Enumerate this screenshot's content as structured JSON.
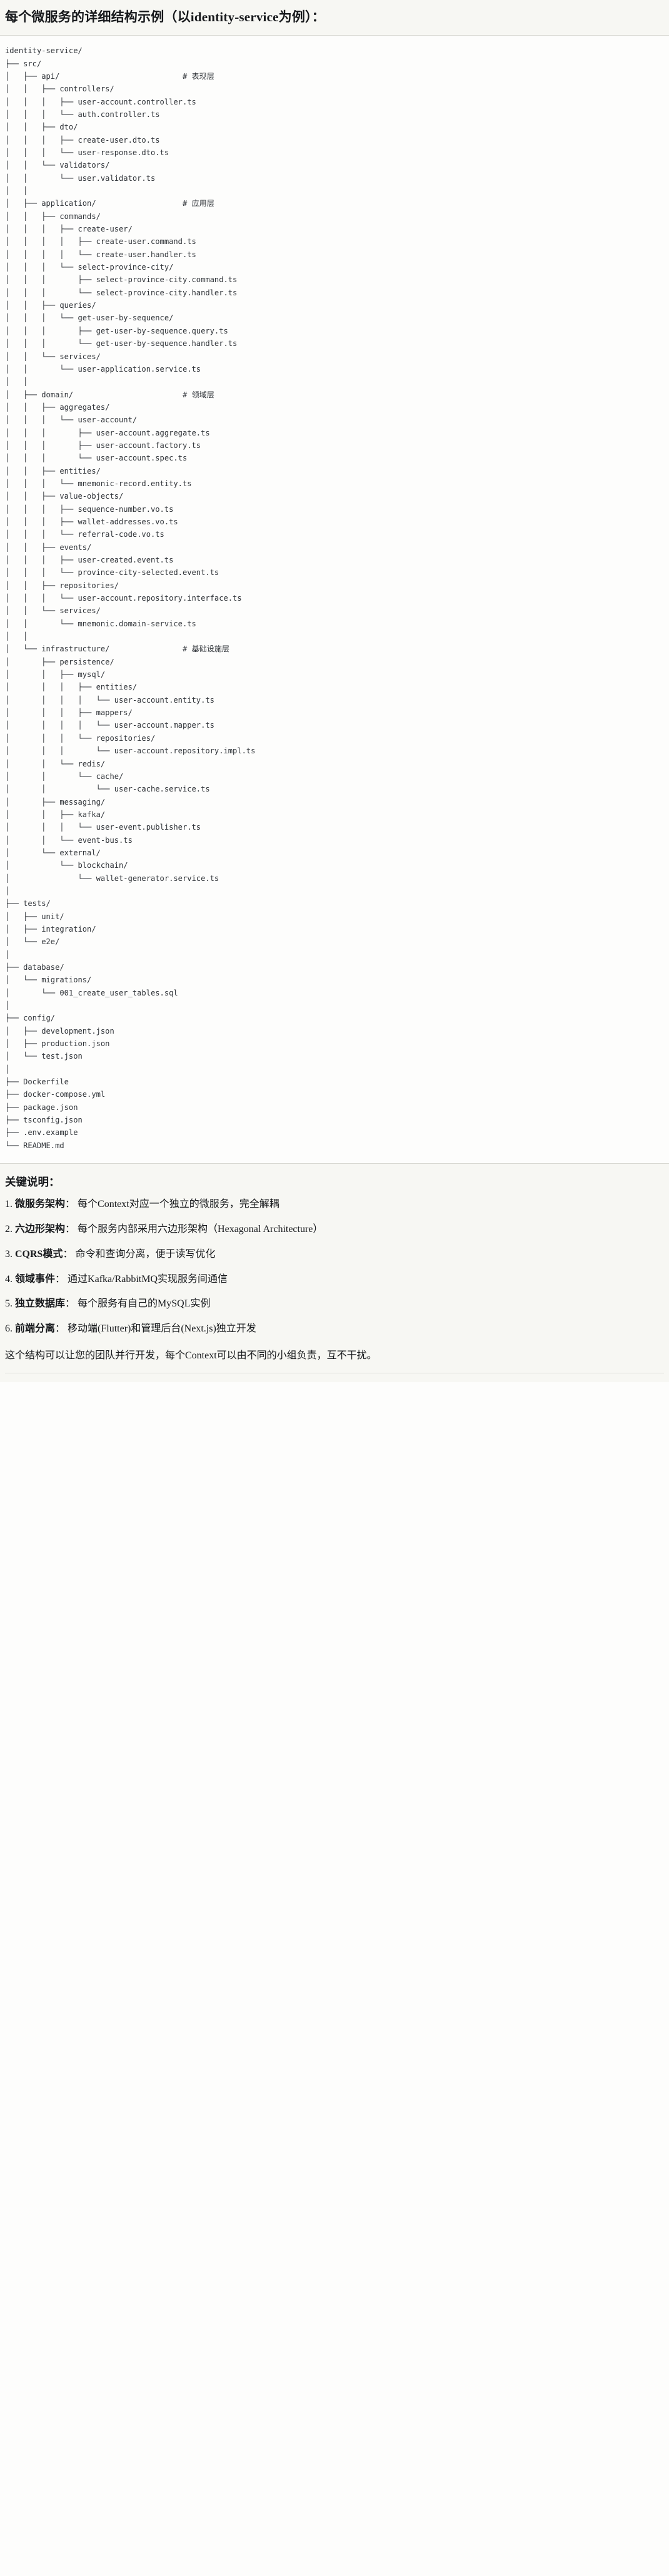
{
  "document": {
    "title": "每个微服务的详细结构示例（以identity-service为例）："
  },
  "tree": {
    "root": "identity-service/",
    "comments": {
      "api": "# 表现层",
      "application": "# 应用层",
      "domain": "# 领域层",
      "infrastructure": "# 基础设施层"
    },
    "text": "identity-service/\n├── src/\n│   ├── api/                           # 表现层\n│   │   ├── controllers/\n│   │   │   ├── user-account.controller.ts\n│   │   │   └── auth.controller.ts\n│   │   ├── dto/\n│   │   │   ├── create-user.dto.ts\n│   │   │   └── user-response.dto.ts\n│   │   └── validators/\n│   │       └── user.validator.ts\n│   │\n│   ├── application/                   # 应用层\n│   │   ├── commands/\n│   │   │   ├── create-user/\n│   │   │   │   ├── create-user.command.ts\n│   │   │   │   └── create-user.handler.ts\n│   │   │   └── select-province-city/\n│   │   │       ├── select-province-city.command.ts\n│   │   │       └── select-province-city.handler.ts\n│   │   ├── queries/\n│   │   │   └── get-user-by-sequence/\n│   │   │       ├── get-user-by-sequence.query.ts\n│   │   │       └── get-user-by-sequence.handler.ts\n│   │   └── services/\n│   │       └── user-application.service.ts\n│   │\n│   ├── domain/                        # 领域层\n│   │   ├── aggregates/\n│   │   │   └── user-account/\n│   │   │       ├── user-account.aggregate.ts\n│   │   │       ├── user-account.factory.ts\n│   │   │       └── user-account.spec.ts\n│   │   ├── entities/\n│   │   │   └── mnemonic-record.entity.ts\n│   │   ├── value-objects/\n│   │   │   ├── sequence-number.vo.ts\n│   │   │   ├── wallet-addresses.vo.ts\n│   │   │   └── referral-code.vo.ts\n│   │   ├── events/\n│   │   │   ├── user-created.event.ts\n│   │   │   └── province-city-selected.event.ts\n│   │   ├── repositories/\n│   │   │   └── user-account.repository.interface.ts\n│   │   └── services/\n│   │       └── mnemonic.domain-service.ts\n│   │\n│   └── infrastructure/                # 基础设施层\n│       ├── persistence/\n│       │   ├── mysql/\n│       │   │   ├── entities/\n│       │   │   │   └── user-account.entity.ts\n│       │   │   ├── mappers/\n│       │   │   │   └── user-account.mapper.ts\n│       │   │   └── repositories/\n│       │   │       └── user-account.repository.impl.ts\n│       │   └── redis/\n│       │       └── cache/\n│       │           └── user-cache.service.ts\n│       ├── messaging/\n│       │   ├── kafka/\n│       │   │   └── user-event.publisher.ts\n│       │   └── event-bus.ts\n│       └── external/\n│           └── blockchain/\n│               └── wallet-generator.service.ts\n│\n├── tests/\n│   ├── unit/\n│   ├── integration/\n│   └── e2e/\n│\n├── database/\n│   └── migrations/\n│       └── 001_create_user_tables.sql\n│\n├── config/\n│   ├── development.json\n│   ├── production.json\n│   └── test.json\n│\n├── Dockerfile\n├── docker-compose.yml\n├── package.json\n├── tsconfig.json\n├── .env.example\n└── README.md"
  },
  "notes": {
    "heading": "关键说明：",
    "items": [
      {
        "num": "1.",
        "term": "微服务架构",
        "sep": "：",
        "desc": "每个Context对应一个独立的微服务，完全解耦"
      },
      {
        "num": "2.",
        "term": "六边形架构",
        "sep": "：",
        "desc": "每个服务内部采用六边形架构（Hexagonal Architecture）"
      },
      {
        "num": "3.",
        "term": "CQRS模式",
        "sep": "：",
        "desc": "命令和查询分离，便于读写优化"
      },
      {
        "num": "4.",
        "term": "领域事件",
        "sep": "：",
        "desc": "通过Kafka/RabbitMQ实现服务间通信"
      },
      {
        "num": "5.",
        "term": "独立数据库",
        "sep": "：",
        "desc": "每个服务有自己的MySQL实例"
      },
      {
        "num": "6.",
        "term": "前端分离",
        "sep": "：",
        "desc": "移动端(Flutter)和管理后台(Next.js)独立开发"
      }
    ],
    "closing": "这个结构可以让您的团队并行开发，每个Context可以由不同的小组负责，互不干扰。"
  }
}
